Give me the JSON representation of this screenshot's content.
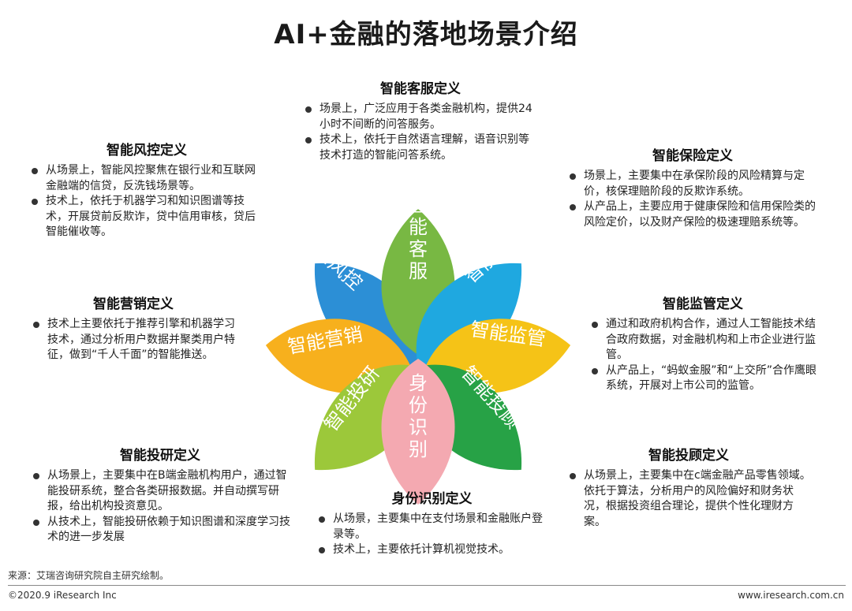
{
  "title": "AI+金融的落地场景介绍",
  "petals": {
    "kefu": {
      "label": "智能客服",
      "color": "#78b843"
    },
    "baoxian": {
      "label": "智能保险",
      "color": "#1fa8e0"
    },
    "jianguan": {
      "label": "智能监管",
      "color": "#f5c317"
    },
    "tougu": {
      "label": "智能投顾",
      "color": "#27a246"
    },
    "shenfen": {
      "label": "身份识别",
      "color": "#f4a9b1"
    },
    "touyan": {
      "label": "智能投研",
      "color": "#9cc83a"
    },
    "yingxiao": {
      "label": "智能营销",
      "color": "#f7b01d"
    },
    "fengkong": {
      "label": "AI风控",
      "color": "#2c8fd6"
    }
  },
  "sections": {
    "kefu": {
      "heading": "智能客服定义",
      "items": [
        "场景上，广泛应用于各类金融机构，提供24小时不间断的问答服务。",
        "技术上，依托于自然语言理解，语音识别等技术打造的智能问答系统。"
      ]
    },
    "fengkong": {
      "heading": "智能风控定义",
      "items": [
        "从场景上，智能风控聚焦在银行业和互联网金融端的信贷，反洗钱场景等。",
        "技术上，依托于机器学习和知识图谱等技术，开展贷前反欺诈，贷中信用审核，贷后智能催收等。"
      ]
    },
    "baoxian": {
      "heading": "智能保险定义",
      "items": [
        "场景上，主要集中在承保阶段的风险精算与定价，核保理赔阶段的反欺诈系统。",
        "从产品上，主要应用于健康保险和信用保险类的风险定价，以及财产保险的极速理赔系统等。"
      ]
    },
    "yingxiao": {
      "heading": "智能营销定义",
      "items": [
        "技术上主要依托于推荐引擎和机器学习技术，通过分析用户数据并聚类用户特征，做到“千人千面”的智能推送。"
      ]
    },
    "jianguan": {
      "heading": "智能监管定义",
      "items": [
        "通过和政府机构合作，通过人工智能技术结合政府数据，对金融机构和上市企业进行监管。",
        "从产品上，“蚂蚁金服”和“上交所”合作鹰眼系统，开展对上市公司的监管。"
      ]
    },
    "touyan": {
      "heading": "智能投研定义",
      "items": [
        "从场景上，主要集中在B端金融机构用户，通过智能投研系统，整合各类研报数据。并自动撰写研报，给出机构投资意见。",
        "从技术上，智能投研依赖于知识图谱和深度学习技术的进一步发展"
      ]
    },
    "tougu": {
      "heading": "智能投顾定义",
      "items": [
        "从场景上，主要集中在c端金融产品零售领域。依托于算法，分析用户的风险偏好和财务状况，根据投资组合理论，提供个性化理财方案。"
      ]
    },
    "shenfen": {
      "heading": "身份识别定义",
      "items": [
        "从场景，主要集中在支付场景和金融账户登录等。",
        "技术上，主要依托计算机视觉技术。"
      ]
    }
  },
  "footer": {
    "source": "来源：艾瑞咨询研究院自主研究绘制。",
    "copyright": "©2020.9 iResearch Inc",
    "website": "www.iresearch.com.cn"
  }
}
